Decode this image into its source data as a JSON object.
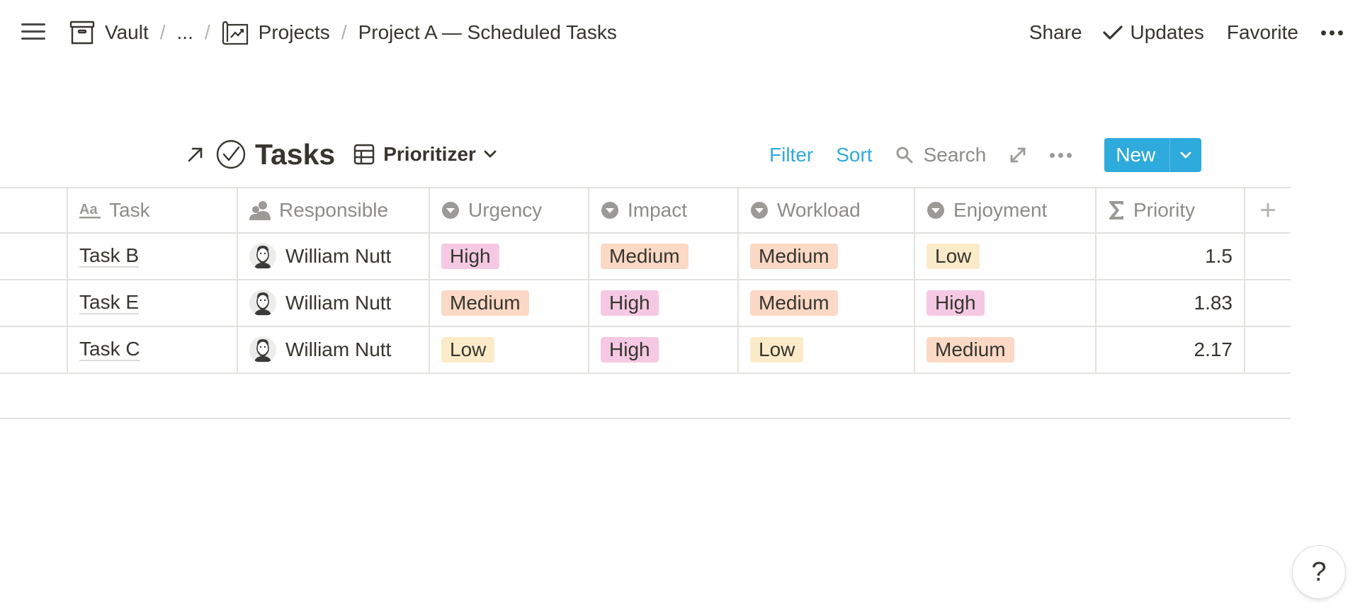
{
  "breadcrumb": {
    "items": [
      {
        "label": "Vault",
        "icon": "archive-box-icon"
      },
      {
        "label": "...",
        "icon": ""
      },
      {
        "label": "Projects",
        "icon": "project-chart-icon"
      },
      {
        "label": "Project A — Scheduled Tasks",
        "icon": ""
      }
    ],
    "separator": "/"
  },
  "top_actions": {
    "share": "Share",
    "updates": "Updates",
    "favorite": "Favorite"
  },
  "database": {
    "title": "Tasks",
    "view": "Prioritizer",
    "filter": "Filter",
    "sort": "Sort",
    "search_label": "Search",
    "new_label": "New"
  },
  "table": {
    "columns": [
      {
        "key": "task",
        "label": "Task",
        "icon": "text-aa-icon"
      },
      {
        "key": "responsible",
        "label": "Responsible",
        "icon": "person-icon"
      },
      {
        "key": "urgency",
        "label": "Urgency",
        "icon": "select-icon"
      },
      {
        "key": "impact",
        "label": "Impact",
        "icon": "select-icon"
      },
      {
        "key": "workload",
        "label": "Workload",
        "icon": "select-icon"
      },
      {
        "key": "enjoyment",
        "label": "Enjoyment",
        "icon": "select-icon"
      },
      {
        "key": "priority",
        "label": "Priority",
        "icon": "sigma-icon"
      }
    ],
    "add_column": "+",
    "rows": [
      {
        "task": "Task B",
        "responsible": "William Nutt",
        "urgency": "High",
        "impact": "Medium",
        "workload": "Medium",
        "enjoyment": "Low",
        "priority": "1.5"
      },
      {
        "task": "Task E",
        "responsible": "William Nutt",
        "urgency": "Medium",
        "impact": "High",
        "workload": "Medium",
        "enjoyment": "High",
        "priority": "1.83"
      },
      {
        "task": "Task C",
        "responsible": "William Nutt",
        "urgency": "Low",
        "impact": "High",
        "workload": "Low",
        "enjoyment": "Medium",
        "priority": "2.17"
      }
    ]
  },
  "tag_colors": {
    "High": "#f5c9e3",
    "Medium": "#fbd9c6",
    "Low": "#fbebc8"
  },
  "accent_color": "#2eaadc",
  "help": "?"
}
